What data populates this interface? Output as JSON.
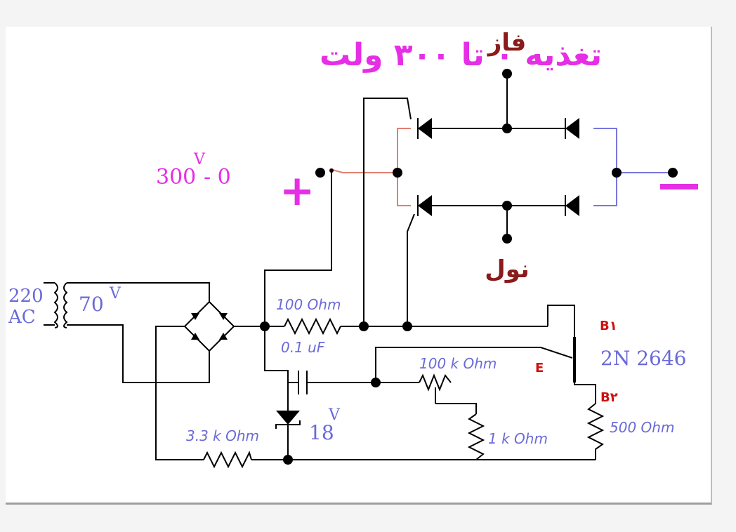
{
  "title": "تغذیه ۰ تا ۳۰۰ ولت",
  "labels": {
    "phase": "فاز",
    "neutral": "نول",
    "output_range": "300",
    "output_v": "V",
    "output_dash": "-  0",
    "plus": "+",
    "minus": "−",
    "input_v": "220",
    "input_ac": "AC",
    "secondary_v": "70",
    "secondary_unit": "V",
    "r_100": "100  Ohm",
    "c_01": "0.1 uF",
    "pot_100k": "100 k Ohm",
    "r_1k": "1 k Ohm",
    "r_33k": "3.3 k Ohm",
    "r_500": "500  Ohm",
    "zener_v": "18",
    "zener_unit": "V",
    "transistor": "2N  2646",
    "emitter": "E",
    "base1": "B١",
    "base2": "B٢"
  },
  "colors": {
    "title": "#e62ee6",
    "phase_neutral": "#8b1a1a",
    "component_labels": "#6a6ad8",
    "ujt_pins": "#d01010",
    "wire": "#000000",
    "wire_output": "#7777dd",
    "wire_gate": "#e08070"
  }
}
